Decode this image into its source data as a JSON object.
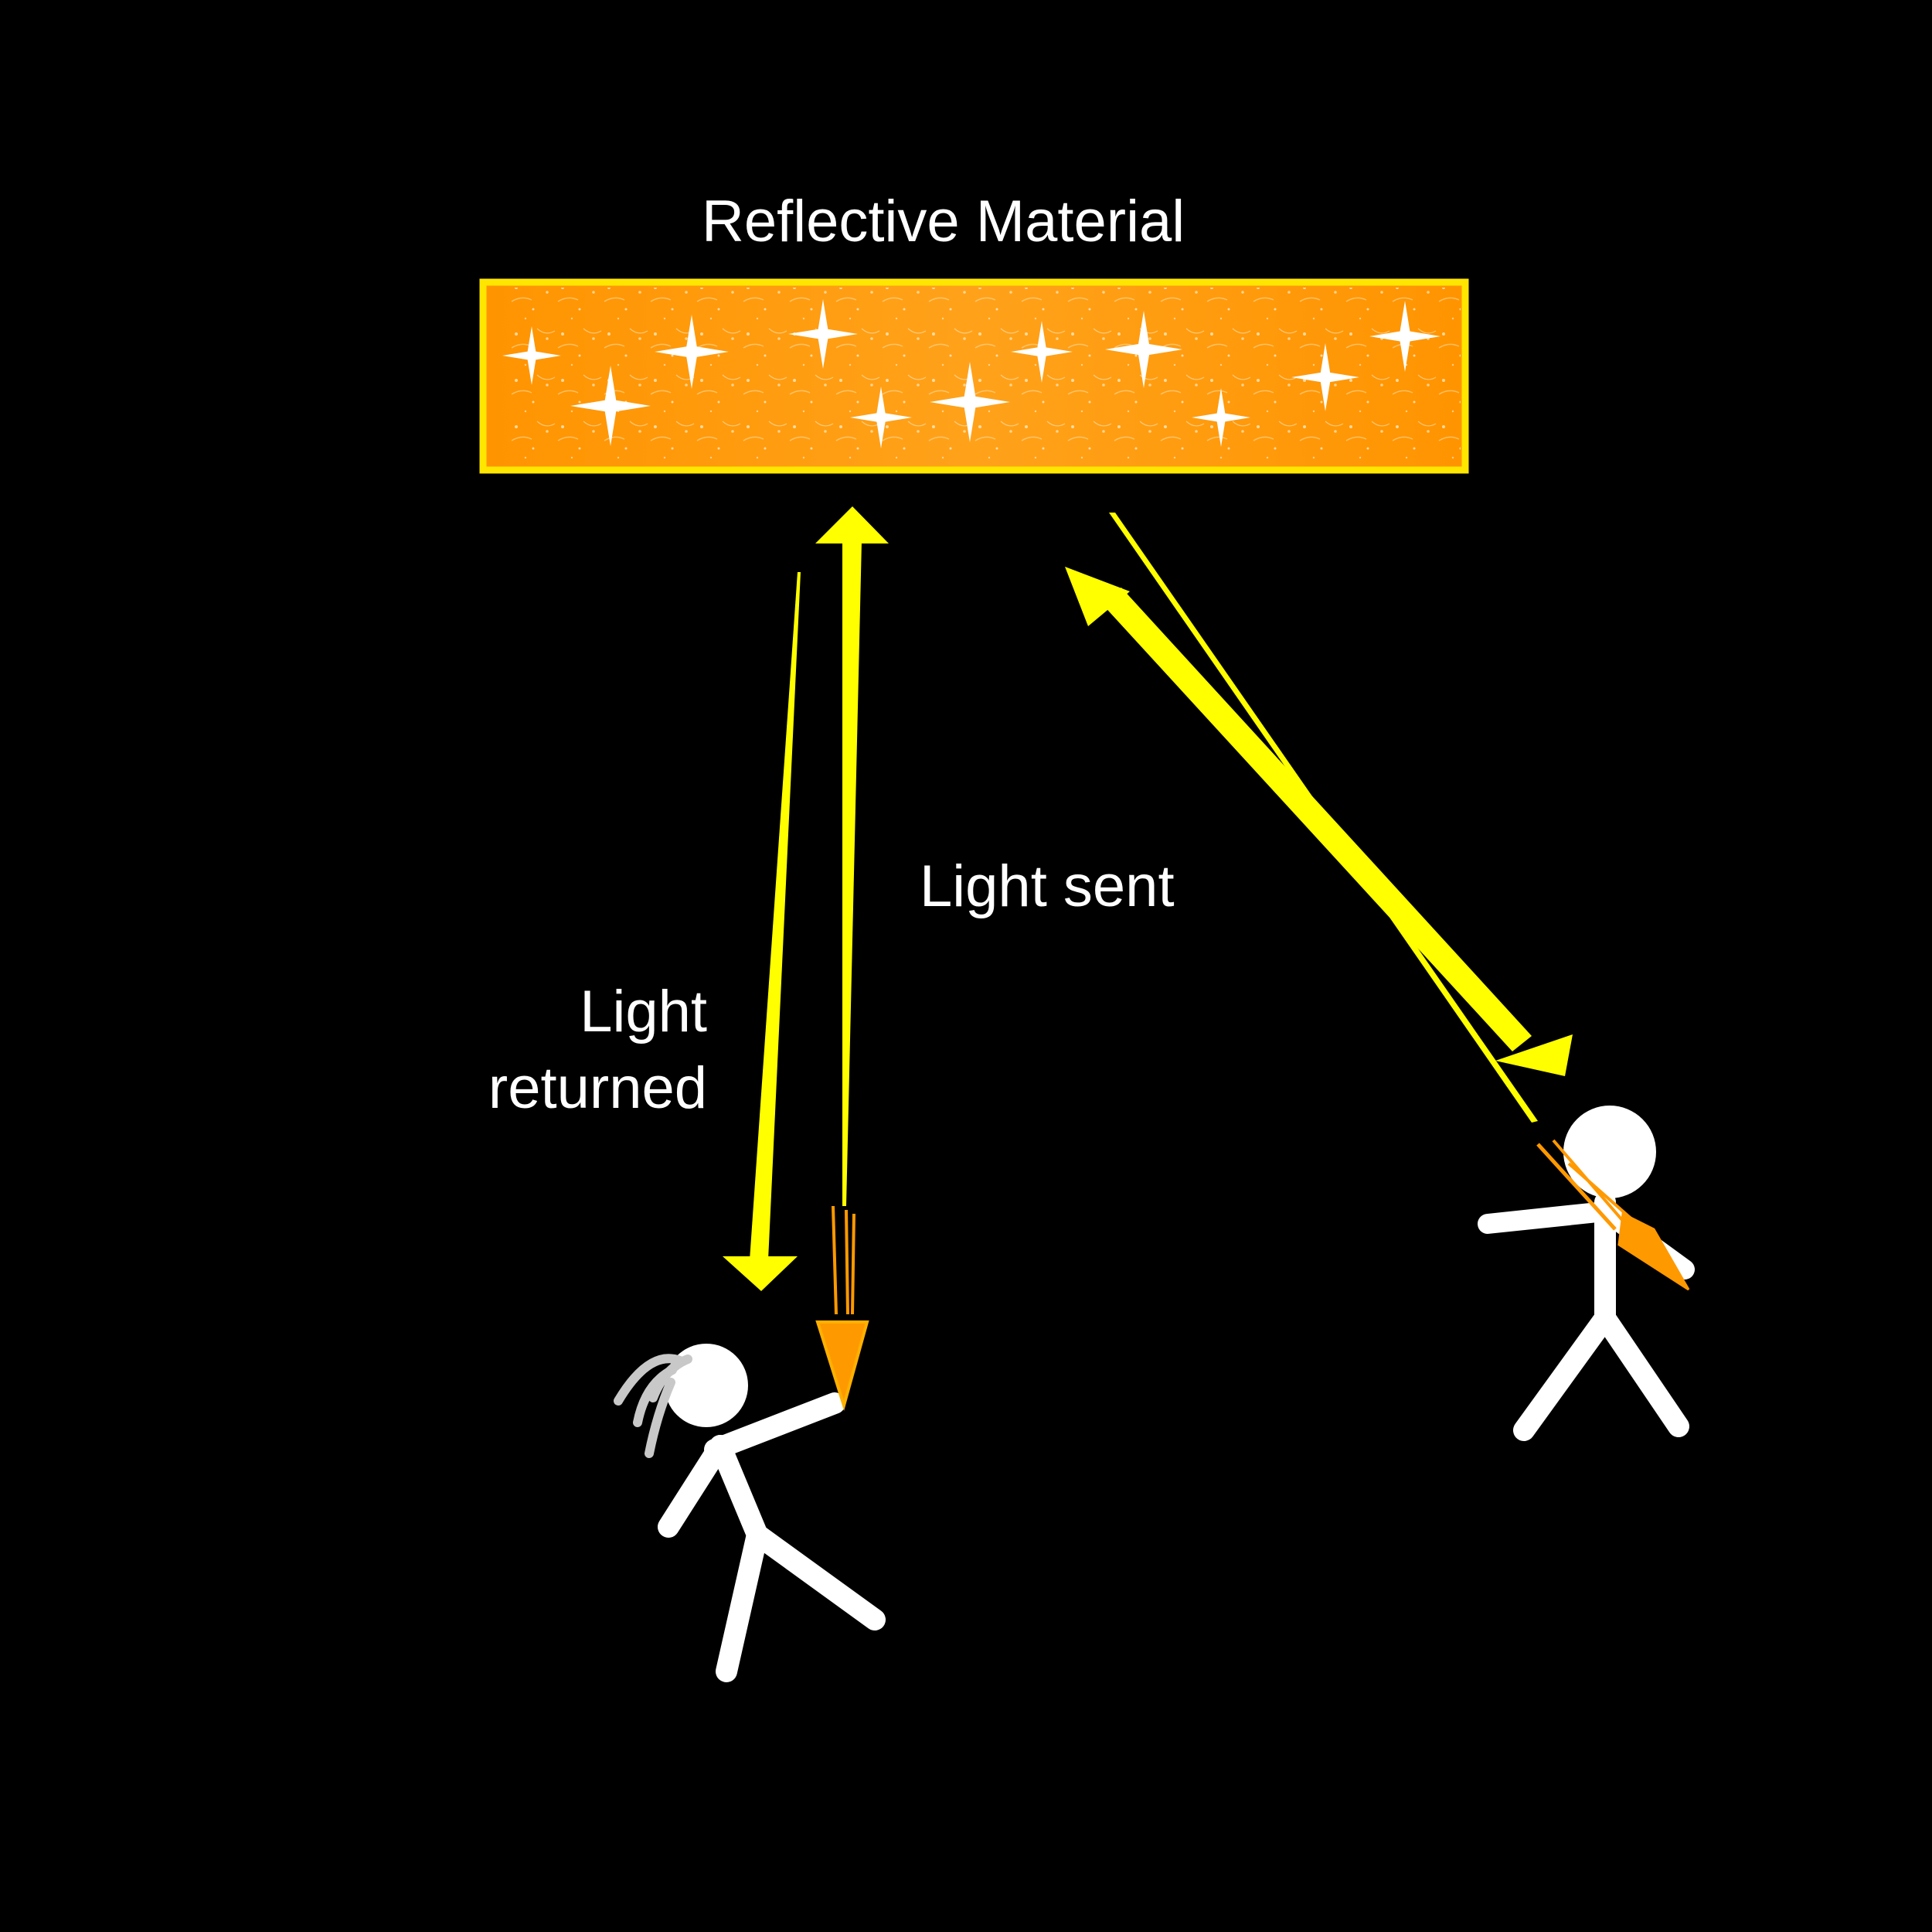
{
  "labels": {
    "material": "Reflective Material",
    "light_sent": "Light sent",
    "light_returned_line1": "Light",
    "light_returned_line2": "returned"
  },
  "colors": {
    "background": "#000000",
    "material_fill": "#ff9a00",
    "material_border": "#ffe600",
    "light_beam": "#ffff00",
    "flashlight": "#ff9900",
    "figure": "#ffffff",
    "hair": "#cccccc"
  },
  "icons": {
    "sparkle": "four-point-star",
    "person_left": "stick-figure-with-flashlight",
    "person_right": "stick-figure-with-flashlight"
  }
}
